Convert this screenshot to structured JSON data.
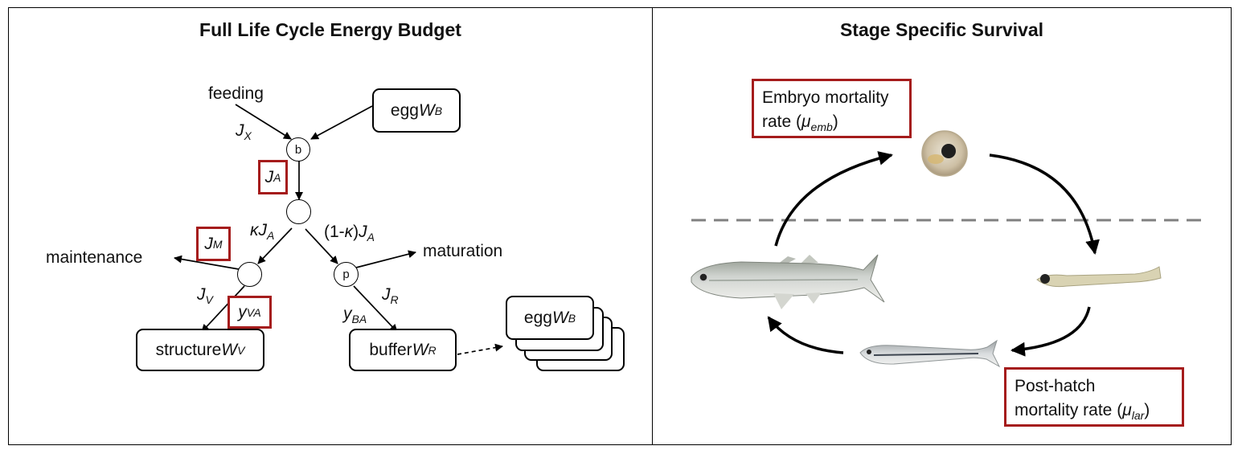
{
  "left_panel": {
    "title": "Full Life Cycle Energy Budget",
    "feeding": "feeding",
    "maintenance": "maintenance",
    "maturation": "maturation",
    "egg_box": {
      "text": "egg ",
      "var": "W",
      "sub": "B"
    },
    "structure_box": {
      "text": "structure",
      "var": "W",
      "sub": "V"
    },
    "buffer_box": {
      "text": "buffer",
      "var": "W",
      "sub": "R"
    },
    "stack_box": {
      "text": "egg ",
      "var": "W",
      "sub": "B"
    },
    "node_b": "b",
    "node_p": "p",
    "flux_jx": {
      "var": "J",
      "sub": "X"
    },
    "flux_ja": {
      "var": "J",
      "sub": "A"
    },
    "flux_kappa": {
      "var": "κJ",
      "sub": "A"
    },
    "flux_one_minus_kappa": {
      "pre": "(1-",
      "kappa": "κ",
      "post": ")",
      "var": "J",
      "sub": "A"
    },
    "flux_jm": {
      "var": "J",
      "sub": "M"
    },
    "flux_jv": {
      "var": "J",
      "sub": "V"
    },
    "flux_yva": {
      "var": "y",
      "sub": "VA"
    },
    "flux_yba": {
      "var": "y",
      "sub": "BA"
    },
    "flux_jr": {
      "var": "J",
      "sub": "R"
    }
  },
  "right_panel": {
    "title": "Stage Specific Survival",
    "embryo_label": {
      "line1": "Embryo mortality",
      "line2_pre": "rate (",
      "mu": "μ",
      "sub": "emb",
      "close": ")"
    },
    "posthatch_label": {
      "line1": "Post-hatch",
      "line2_pre": "mortality rate (",
      "mu": "μ",
      "sub": "lar",
      "close": ")"
    }
  },
  "colors": {
    "highlight": "#a51c1c",
    "dashed_line": "#808080"
  }
}
